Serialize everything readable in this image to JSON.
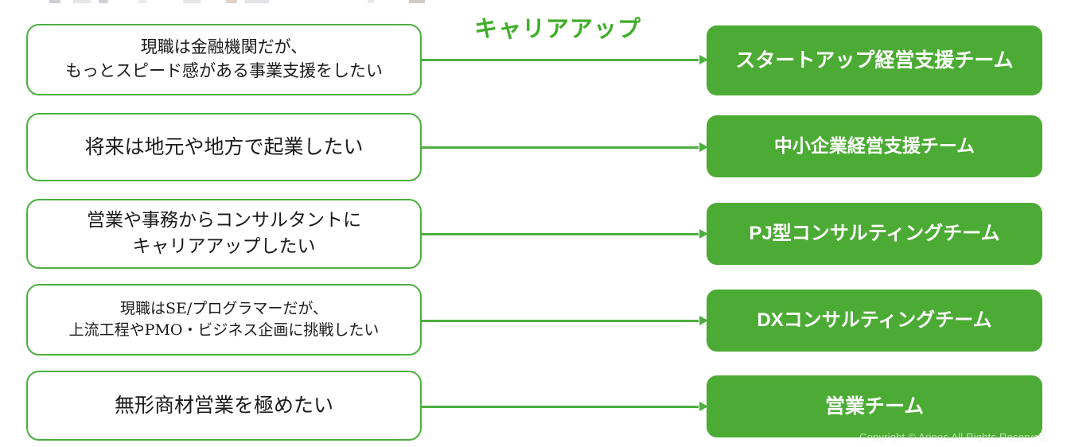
{
  "heading": {
    "text": "キャリアアップ",
    "color": "#3FAE29"
  },
  "colors": {
    "box_fill_green": "#4CAB34",
    "outline_green": "#4CAF3F",
    "arrow_green": "#4CAF3F",
    "left_text": "#1a1a1a",
    "right_text": "#ffffff",
    "background": "#ffffff"
  },
  "rows": [
    {
      "source_lines": [
        "現職は金融機関だが、",
        "もっとスピード感がある事業支援をしたい"
      ],
      "target": "スタートアップ経営支援チーム"
    },
    {
      "source_lines": [
        "将来は地元や地方で起業したい"
      ],
      "target": "中小企業経営支援チーム"
    },
    {
      "source_lines": [
        "営業や事務からコンサルタントに",
        "キャリアアップしたい"
      ],
      "target": "PJ型コンサルティングチーム"
    },
    {
      "source_lines": [
        "現職はSE/プログラマーだが、",
        "上流工程やPMO・ビジネス企画に挑戦したい"
      ],
      "target": "DXコンサルティングチーム"
    },
    {
      "source_lines": [
        "無形商材営業を極めたい"
      ],
      "target": "営業チーム"
    }
  ],
  "footer": {
    "copyright": "Copyright © Arinos  All Rights Reserved."
  }
}
